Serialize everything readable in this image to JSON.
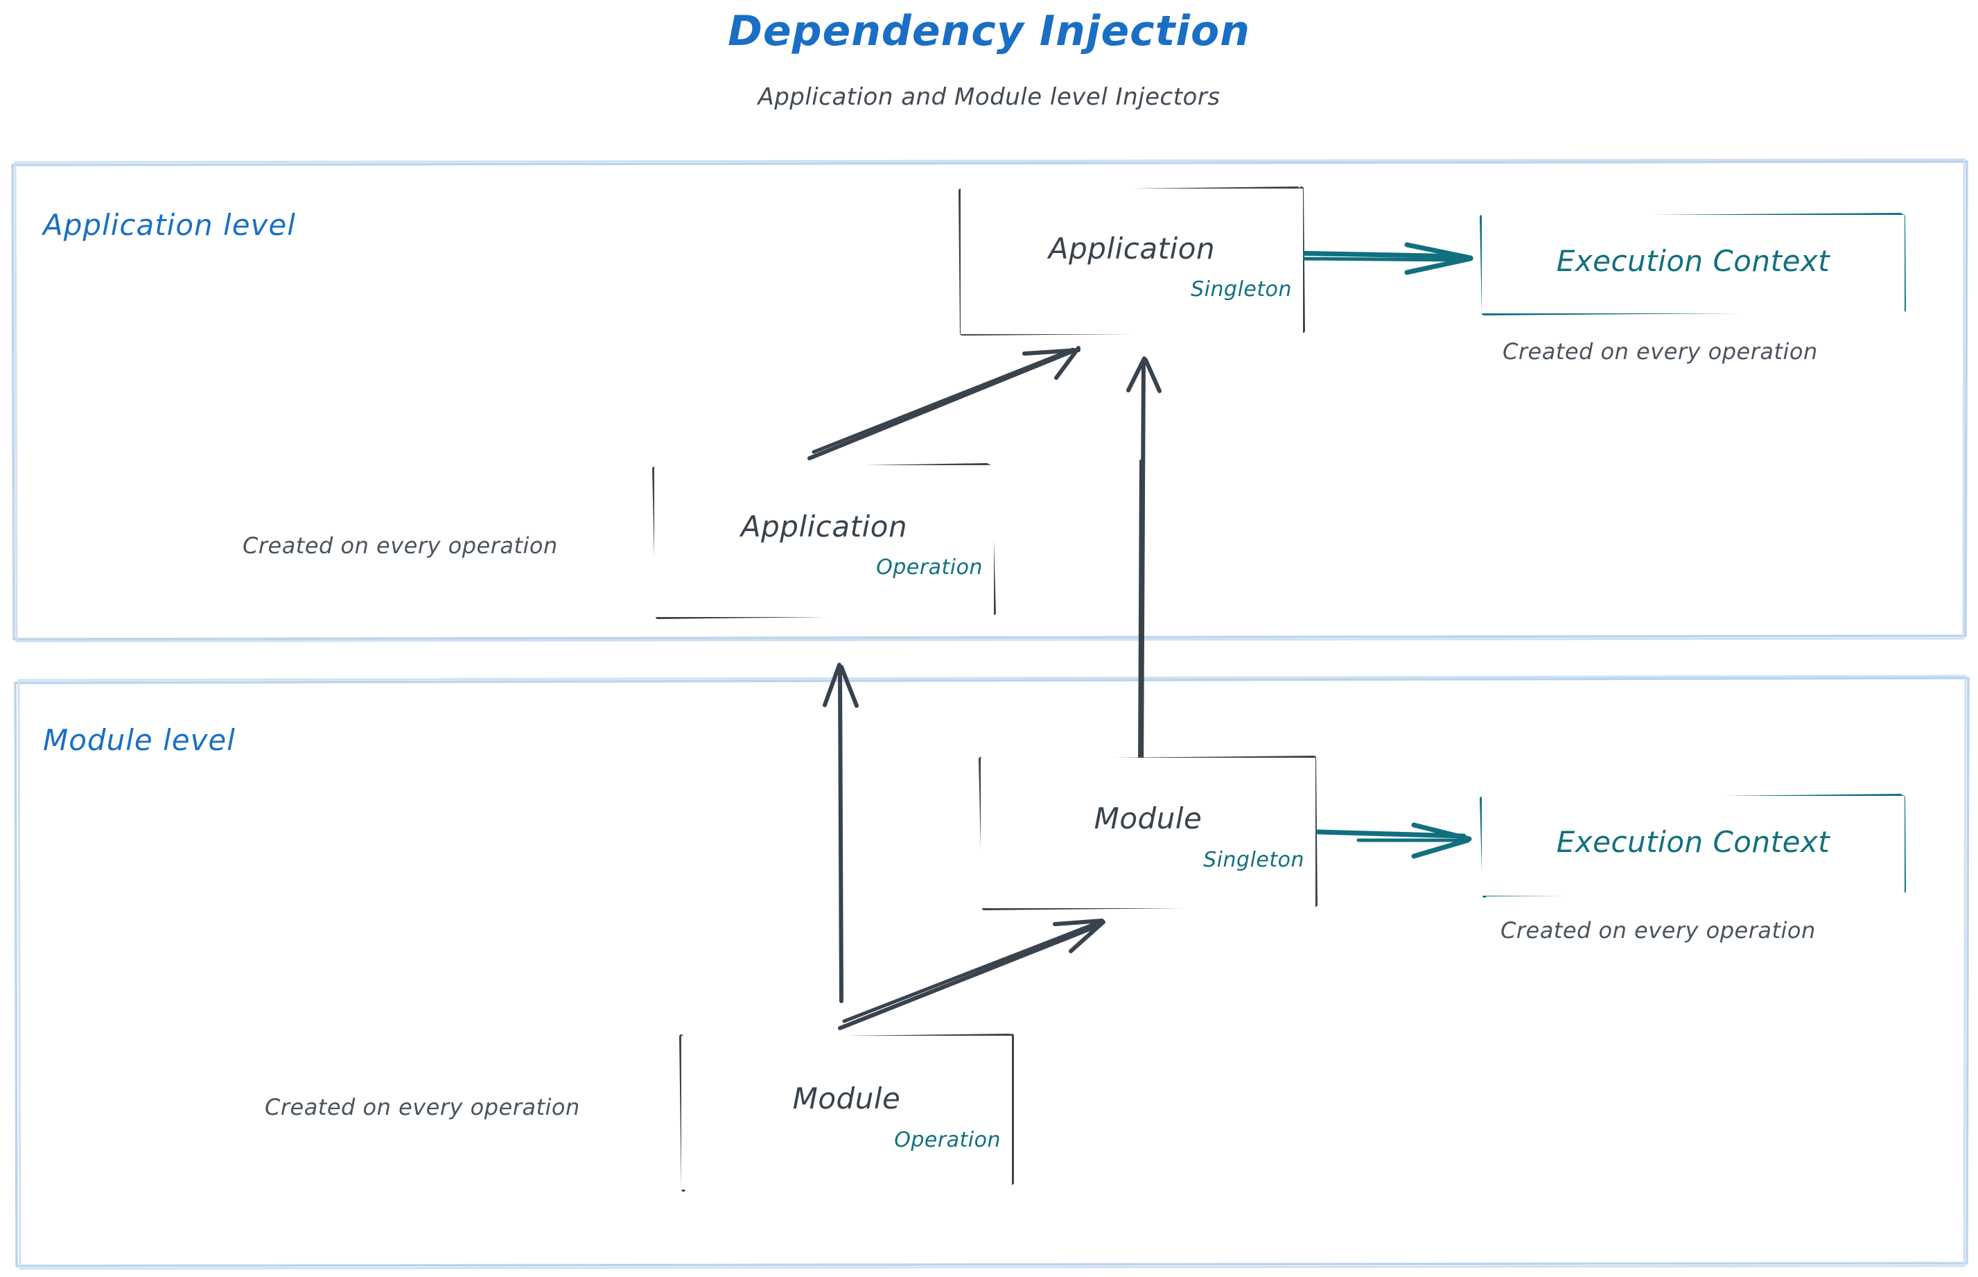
{
  "header": {
    "title": "Dependency Injection",
    "subtitle": "Application and Module level Injectors"
  },
  "colors": {
    "title_blue": "#1a6fc4",
    "level_border_blue": "#bcd4ec",
    "node_stroke": "#38434d",
    "teal": "#11707f",
    "note_gray": "#4a545e"
  },
  "levels": [
    {
      "id": "application-level",
      "label": "Application level"
    },
    {
      "id": "module-level",
      "label": "Module level"
    }
  ],
  "nodes": [
    {
      "id": "application-singleton",
      "title": "Application",
      "scope": "Singleton",
      "level": "application-level"
    },
    {
      "id": "application-operation",
      "title": "Application",
      "scope": "Operation",
      "level": "application-level"
    },
    {
      "id": "execution-context-application",
      "title": "Execution Context",
      "level": "application-level"
    },
    {
      "id": "module-singleton",
      "title": "Module",
      "scope": "Singleton",
      "level": "module-level"
    },
    {
      "id": "module-operation",
      "title": "Module",
      "scope": "Operation",
      "level": "module-level"
    },
    {
      "id": "execution-context-module",
      "title": "Execution Context",
      "level": "module-level"
    }
  ],
  "notes": {
    "execution_context_application": "Created on every operation",
    "application_operation": "Created on every operation",
    "execution_context_module": "Created on every operation",
    "module_operation": "Created on every operation"
  },
  "edges": [
    {
      "id": "app-singleton-to-exec-context",
      "from": "application-singleton",
      "to": "execution-context-application",
      "style": "teal-arrow"
    },
    {
      "id": "app-operation-to-app-singleton",
      "from": "application-operation",
      "to": "application-singleton",
      "style": "sketch-arrow"
    },
    {
      "id": "module-singleton-to-app-singleton",
      "from": "module-singleton",
      "to": "application-singleton",
      "style": "sketch-arrow"
    },
    {
      "id": "module-operation-to-app-operation",
      "from": "module-operation",
      "to": "application-operation",
      "style": "sketch-arrow"
    },
    {
      "id": "module-operation-to-module-singleton",
      "from": "module-operation",
      "to": "module-singleton",
      "style": "sketch-arrow"
    },
    {
      "id": "module-singleton-to-exec-context",
      "from": "module-singleton",
      "to": "execution-context-module",
      "style": "teal-arrow"
    }
  ]
}
